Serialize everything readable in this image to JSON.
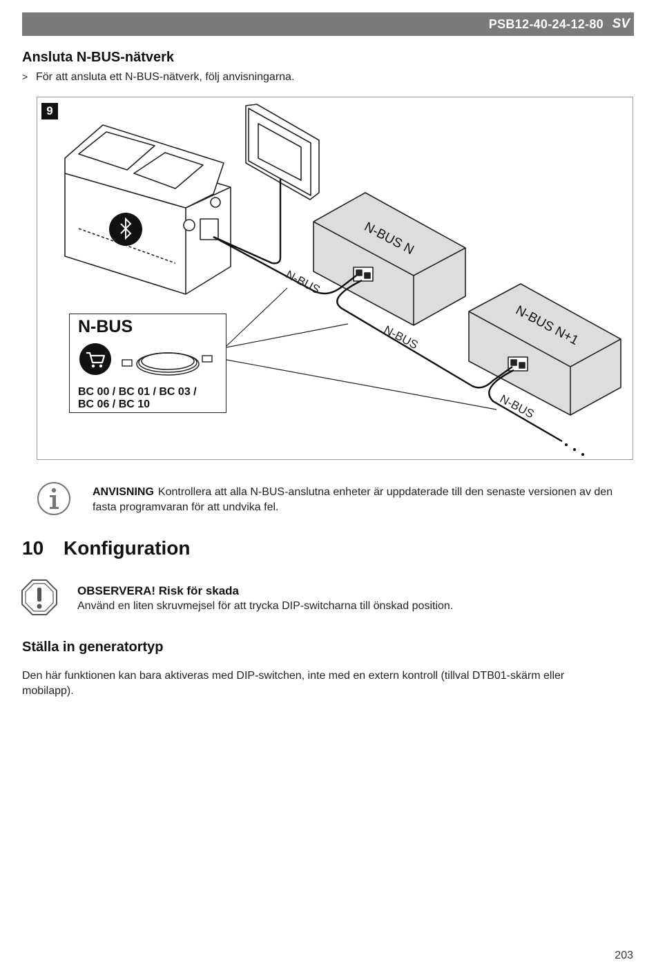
{
  "header": {
    "doc_id": "PSB12-40-24-12-80",
    "lang": "SV"
  },
  "section1": {
    "heading": "Ansluta N-BUS-nätverk",
    "step_marker": ">",
    "step_text": "För att ansluta ett N-BUS-nätverk, följ anvisningarna."
  },
  "figure": {
    "number": "9",
    "cable_labels": [
      "N-BUS",
      "N-BUS",
      "N-BUS"
    ],
    "box_n": "N-BUS N",
    "box_n1": "N-BUS N+1",
    "callout_title": "N-BUS",
    "callout_codes_line1": "BC 00 / BC 01 / BC 03 /",
    "callout_codes_line2": "BC 06 / BC 10",
    "icons": [
      "bluetooth-icon",
      "shopping-cart-icon"
    ]
  },
  "note": {
    "label": "ANVISNING",
    "text": "Kontrollera att alla N-BUS-anslutna enheter är uppdaterade till den senaste versionen av den fasta programvaran för att undvika fel."
  },
  "chapter": {
    "number": "10",
    "title": "Konfiguration"
  },
  "warning": {
    "title": "OBSERVERA! Risk för skada",
    "text": "Använd en liten skruvmejsel för att trycka DIP-switcharna till önskad position."
  },
  "section2": {
    "heading": "Ställa in generatortyp",
    "text": "Den här funktionen kan bara aktiveras med DIP-switchen, inte med en extern kontroll (tillval DTB01-skärm eller mobilapp)."
  },
  "page_number": "203"
}
